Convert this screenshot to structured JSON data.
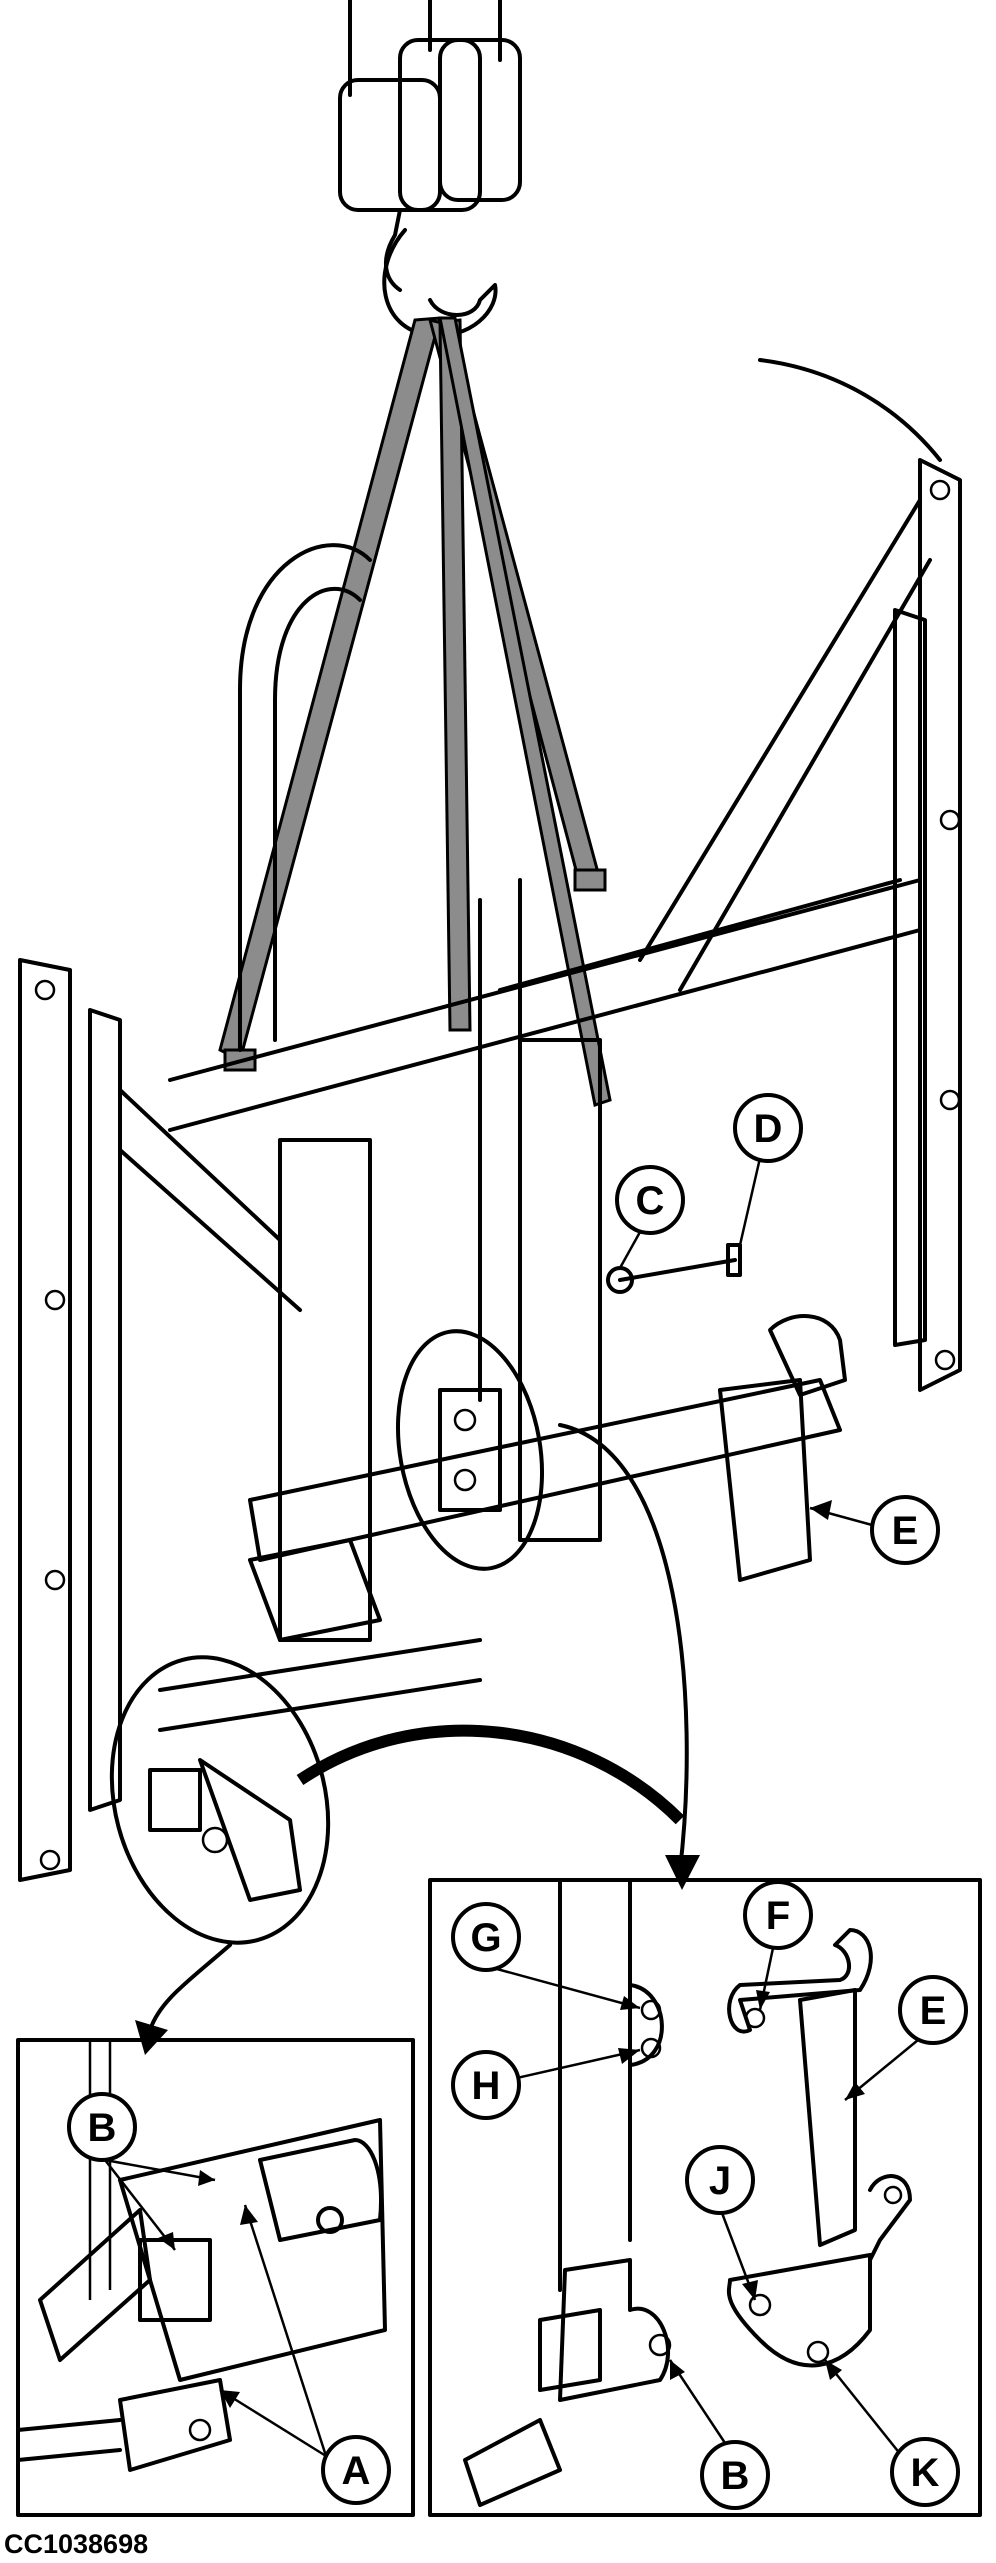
{
  "figure_id": "CC1038698",
  "callouts": {
    "A": "A",
    "B": "B",
    "C": "C",
    "D": "D",
    "E": "E",
    "F": "F",
    "G": "G",
    "H": "H",
    "J": "J",
    "K": "K"
  }
}
